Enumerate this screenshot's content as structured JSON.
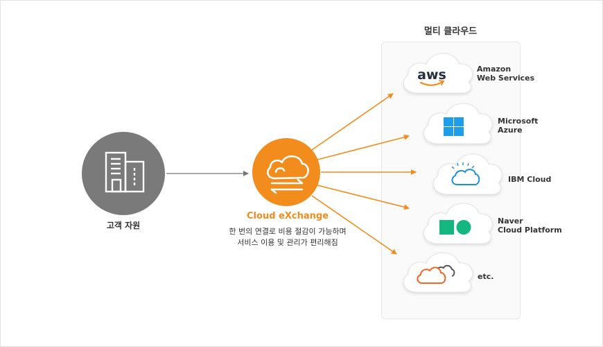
{
  "panel": {
    "title": "멀티 클라우드"
  },
  "source": {
    "label": "고객 자원"
  },
  "hub": {
    "title": "Cloud eXchange",
    "desc_line1": "한 번의 연결로 비용 절감이 가능하며",
    "desc_line2": "서비스 이용 및 관리가 편리해짐"
  },
  "clouds": [
    {
      "logo": "aws-logo",
      "logo_text": "aws",
      "label_line1": "Amazon",
      "label_line2": "Web Services"
    },
    {
      "logo": "microsoft-azure-logo",
      "label_line1": "Microsoft",
      "label_line2": "Azure"
    },
    {
      "logo": "ibm-cloud-logo",
      "label_line1": "IBM Cloud",
      "label_line2": ""
    },
    {
      "logo": "naver-cloud-logo",
      "label_line1": "Naver",
      "label_line2": "Cloud Platform"
    },
    {
      "logo": "generic-cloud-logo",
      "label_line1": "etc.",
      "label_line2": ""
    }
  ],
  "colors": {
    "accent": "#f28c1c",
    "source_circle": "#7a7a7a",
    "arrow_gray": "#777777",
    "azure_blue": "#1e9ee8",
    "naver_green": "#13b77f",
    "ibm_blue": "#1d8fd8"
  }
}
